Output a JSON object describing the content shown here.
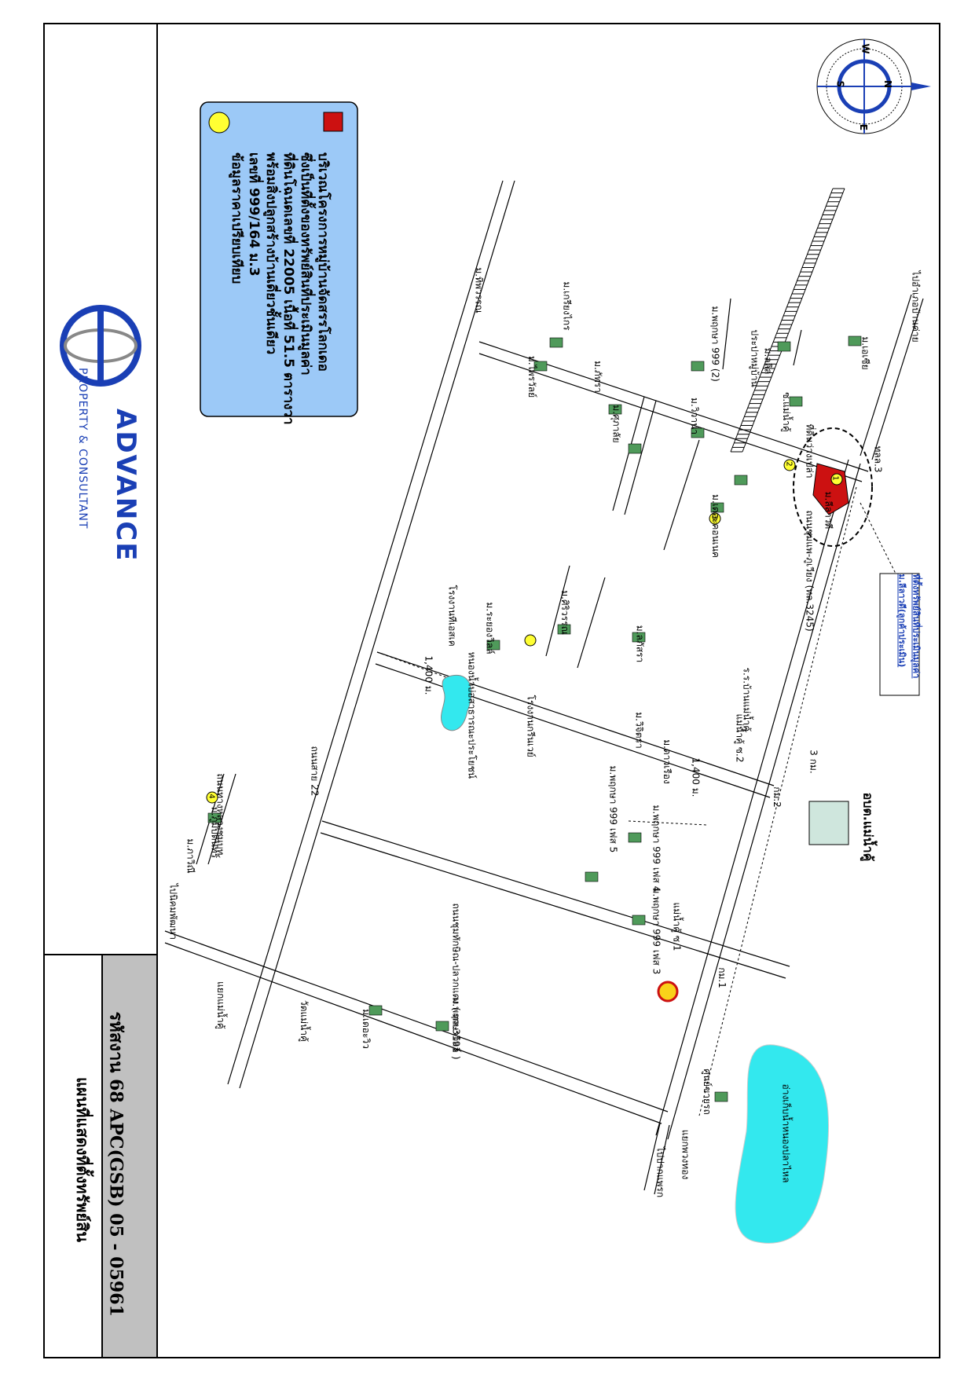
{
  "title_block": {
    "code_label": "รหัสงาน",
    "code_value": "68 APC(GSB) 05 - 05961",
    "map_title": "แผนที่แสดงที่ตั้งทรัพย์สิน"
  },
  "company": {
    "name": "ADVANCE",
    "tagline": "PROPERTY & CONSULTANT"
  },
  "legend": {
    "subject_text_1": "บริเวณโครงการหมู่บ้านจัดสรรโลกเดอ",
    "subject_text_2": "ซึ่งเป็นที่ตั้งของทรัพย์สินที่ประเมินมูลค่า",
    "subject_text_3": "ที่ดินโฉนดเลขที่ 22005 เนื้อที่ 51.5 ตารางวา",
    "subject_text_4": "พร้อมสิ่งปลูกสร้างบ้านเดี่ยวชั้นเดียว",
    "subject_text_5": "เลขที่ 999/164 ม.3",
    "comparable_text": "ข้อมูลราคาเปรียบเทียบ",
    "subject_color": "#cc1111",
    "comparable_color": "#ffff33"
  },
  "compass": {
    "n": "N",
    "s": "S",
    "e": "E",
    "w": "W"
  },
  "roads": {
    "main": "ถนนชุมแพ-ภูเวียง (ทล.3245)",
    "highway": "ถนนชุมทักษิณ-ปลวกแดง ( ทล.3191 )",
    "road_22": "ถนนสาย 22",
    "rural_road": "ถนนทางหลวงชนบท",
    "to_north": "ไปอำเภอบ้านค่าย",
    "to_south_west": "ไปนิคมพัฒนา",
    "to_south": "ไปปากแพรก",
    "bangkok_label": "ทลล.3",
    "km1": "กม.1",
    "km2": "กม.2",
    "km_distance": "3 กม.",
    "dist_1400_a": "1,400 ม.",
    "dist_1400_b": "1,400 ม."
  },
  "places": [
    {
      "label": "อบต.แม่น้ำคู้",
      "kind": "office"
    },
    {
      "label": "อ่างเก็บน้ำหนองปลาไหล",
      "kind": "lake"
    },
    {
      "label": "หนองน้ำบ่อสาธารณะประโยชน์",
      "kind": "pond"
    },
    {
      "label": "ม.ลีลาวดี",
      "kind": "village"
    },
    {
      "label": "ม.ภูมิบดินทร์",
      "kind": "village"
    },
    {
      "label": "ม.เดอะวิว",
      "kind": "village"
    },
    {
      "label": "ม.พฤกษาวิลล์",
      "kind": "village"
    },
    {
      "label": "ม.พฤกษา 999 เฟส 3",
      "kind": "village"
    },
    {
      "label": "ม.พฤกษา 999 เฟส 4",
      "kind": "village"
    },
    {
      "label": "ม.พฤกษา 999 เฟส 5",
      "kind": "village"
    },
    {
      "label": "ม.เดอะคอนเนค",
      "kind": "village"
    },
    {
      "label": "ม.ลลิล",
      "kind": "village"
    },
    {
      "label": "ม.วิวาน่า",
      "kind": "village"
    },
    {
      "label": "ม.ภัทรา",
      "kind": "village"
    },
    {
      "label": "ม.ศุภาลัย",
      "kind": "village"
    },
    {
      "label": "ม.พฤกษา 999 (2)",
      "kind": "village"
    },
    {
      "label": "ม.เอเซีย",
      "kind": "village"
    },
    {
      "label": "ม.ไพรวัลย์",
      "kind": "village"
    },
    {
      "label": "ม.ทิพวรรณ",
      "kind": "village"
    },
    {
      "label": "ม.เกรียงไกร",
      "kind": "village"
    },
    {
      "label": "ม.ลภัสรา",
      "kind": "village"
    },
    {
      "label": "ม.ศิริวรรณ",
      "kind": "village"
    },
    {
      "label": "ม.ระยองวิลล์",
      "kind": "village"
    },
    {
      "label": "ม.วิจิตรา",
      "kind": "village"
    },
    {
      "label": "ม.ดาวเรือง",
      "kind": "village"
    },
    {
      "label": "ม.ภาวิณี",
      "kind": "village"
    },
    {
      "label": "โรงงานทีเอสเค",
      "kind": "factory"
    },
    {
      "label": "โรงงานกรีนเวย์",
      "kind": "factory"
    },
    {
      "label": "ประปาหมู่บ้าน",
      "kind": "water"
    },
    {
      "label": "วัดแม่น้ำคู้",
      "kind": "temple"
    },
    {
      "label": "แยกแม่น้ำคู้",
      "kind": "junction"
    },
    {
      "label": "แยกพวงทอง",
      "kind": "junction"
    },
    {
      "label": "ที่ดินว่างเปล่า",
      "kind": "land"
    },
    {
      "label": "ซ.แม่น้ำคู้",
      "kind": "soi"
    },
    {
      "label": "แม่น้ำคู้ ซ.1",
      "kind": "soi"
    },
    {
      "label": "แม่น้ำคู้ ซ.2",
      "kind": "soi"
    },
    {
      "label": "ร.ร.บ้านแม่น้ำคู้",
      "kind": "school"
    },
    {
      "label": "ศูนย์ขายรถ",
      "kind": "shop"
    }
  ],
  "callout": {
    "line1": "ที่ตั้งทรัพย์สินที่ประเมินมูลค่า",
    "line2": "ม.ลีลาวดี(ลูกค้าประเมิน)"
  },
  "markers": {
    "m1": "1",
    "m2": "2",
    "m3": "3",
    "m4": "4"
  }
}
